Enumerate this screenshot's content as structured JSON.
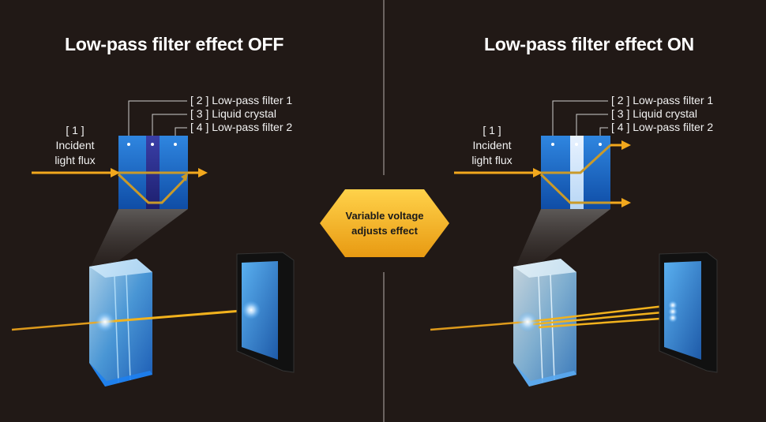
{
  "left_panel": {
    "title": "Low-pass filter effect OFF",
    "incident_num": "[ 1 ]",
    "incident_line1": "Incident",
    "incident_line2": "light flux",
    "labels": [
      "[ 2 ] Low-pass filter 1",
      "[ 3 ] Liquid crystal",
      "[ 4 ] Low-pass filter 2"
    ]
  },
  "right_panel": {
    "title": "Low-pass filter effect ON",
    "incident_num": "[ 1 ]",
    "incident_line1": "Incident",
    "incident_line2": "light flux",
    "labels": [
      "[ 2 ] Low-pass filter 1",
      "[ 3 ] Liquid crystal",
      "[ 4 ] Low-pass filter 2"
    ]
  },
  "center_badge": {
    "line1": "Variable voltage",
    "line2": "adjusts effect"
  },
  "colors": {
    "background": "#211916",
    "light_beam": "#f2a81d",
    "filter_blue": "#1a66c8",
    "badge_gold": "#f5b21f"
  }
}
